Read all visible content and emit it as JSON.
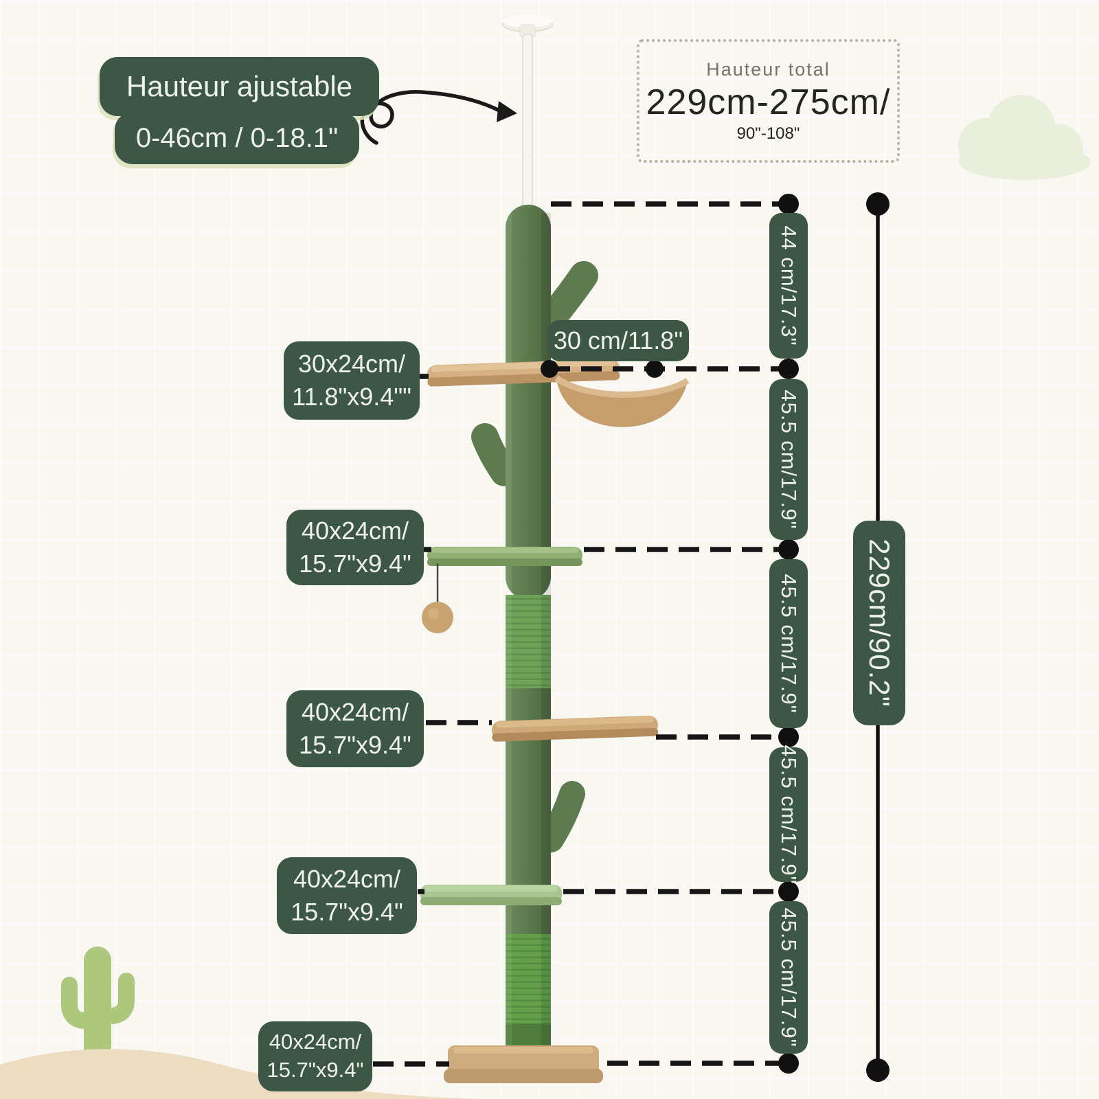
{
  "annotations": {
    "adjustable_height": {
      "line1": "Hauteur ajustable",
      "line2": "0-46cm / 0-18.1\""
    },
    "total_height_box": {
      "title": "Hauteur total",
      "range_cm": "229cm-275cm/",
      "range_in": "90\"-108\""
    },
    "hammock_width": "30 cm/11.8\"",
    "pole_height": "229cm/90.2\""
  },
  "platform_labels": [
    {
      "size_cm": "30x24cm/",
      "size_in": "11.8\"x9.4\"\""
    },
    {
      "size_cm": "40x24cm/",
      "size_in": "15.7\"x9.4\""
    },
    {
      "size_cm": "40x24cm/",
      "size_in": "15.7\"x9.4\""
    },
    {
      "size_cm": "40x24cm/",
      "size_in": "15.7\"x9.4\""
    },
    {
      "size_cm": "40x24cm/",
      "size_in": "15.7\"x9.4\""
    }
  ],
  "segment_labels": [
    "44 cm/17.3\"",
    "45.5 cm/17.9\"",
    "45.5 cm/17.9\"",
    "45.5 cm/17.9\"",
    "45.5 cm/17.9\""
  ],
  "colors": {
    "badge_green": "#3d5747",
    "badge_text": "#eef2ea",
    "line_black": "#161616",
    "pole_plush": "#5e7b4f",
    "pole_sisal": "#6fa258",
    "platform_tan": "#cfa878",
    "platform_green": "#91b074",
    "platform_light_green": "#a8c690",
    "hammock_tan": "#c59e6c",
    "decor_cactus": "#abc87d",
    "dune": "#eedcc1",
    "cloud": "#e9efdb",
    "background": "#f8f7f1"
  }
}
